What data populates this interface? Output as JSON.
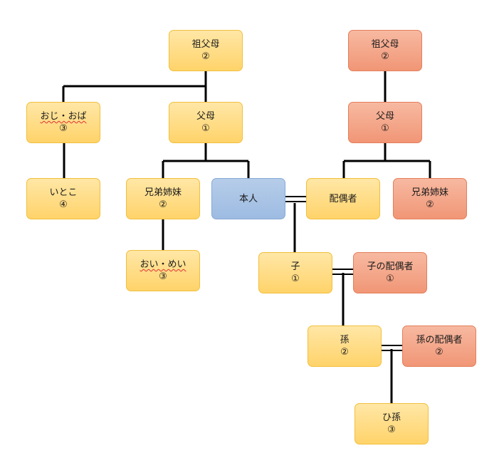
{
  "colors": {
    "blood_relative": "#ffd36a",
    "in_law": "#f19676",
    "self": "#9dbbe2",
    "line": "#000000"
  },
  "nodes": {
    "grandparents_own": {
      "label": "祖父母",
      "degree": "②"
    },
    "grandparents_spouse": {
      "label": "祖父母",
      "degree": "②"
    },
    "uncle_aunt": {
      "label": "おじ・おば",
      "degree": "③"
    },
    "parents_own": {
      "label": "父母",
      "degree": "①"
    },
    "parents_spouse": {
      "label": "父母",
      "degree": "①"
    },
    "cousin": {
      "label": "いとこ",
      "degree": "④"
    },
    "siblings_own": {
      "label": "兄弟姉妹",
      "degree": "②"
    },
    "self": {
      "label": "本人"
    },
    "spouse": {
      "label": "配偶者"
    },
    "siblings_spouse": {
      "label": "兄弟姉妹",
      "degree": "②"
    },
    "nephew_niece": {
      "label": "おい・めい",
      "degree": "③"
    },
    "child": {
      "label": "子",
      "degree": "①"
    },
    "child_spouse": {
      "label": "子の配偶者",
      "degree": "①"
    },
    "grandchild": {
      "label": "孫",
      "degree": "②"
    },
    "grandchild_spouse": {
      "label": "孫の配偶者",
      "degree": "②"
    },
    "great_grandchild": {
      "label": "ひ孫",
      "degree": "③"
    }
  }
}
